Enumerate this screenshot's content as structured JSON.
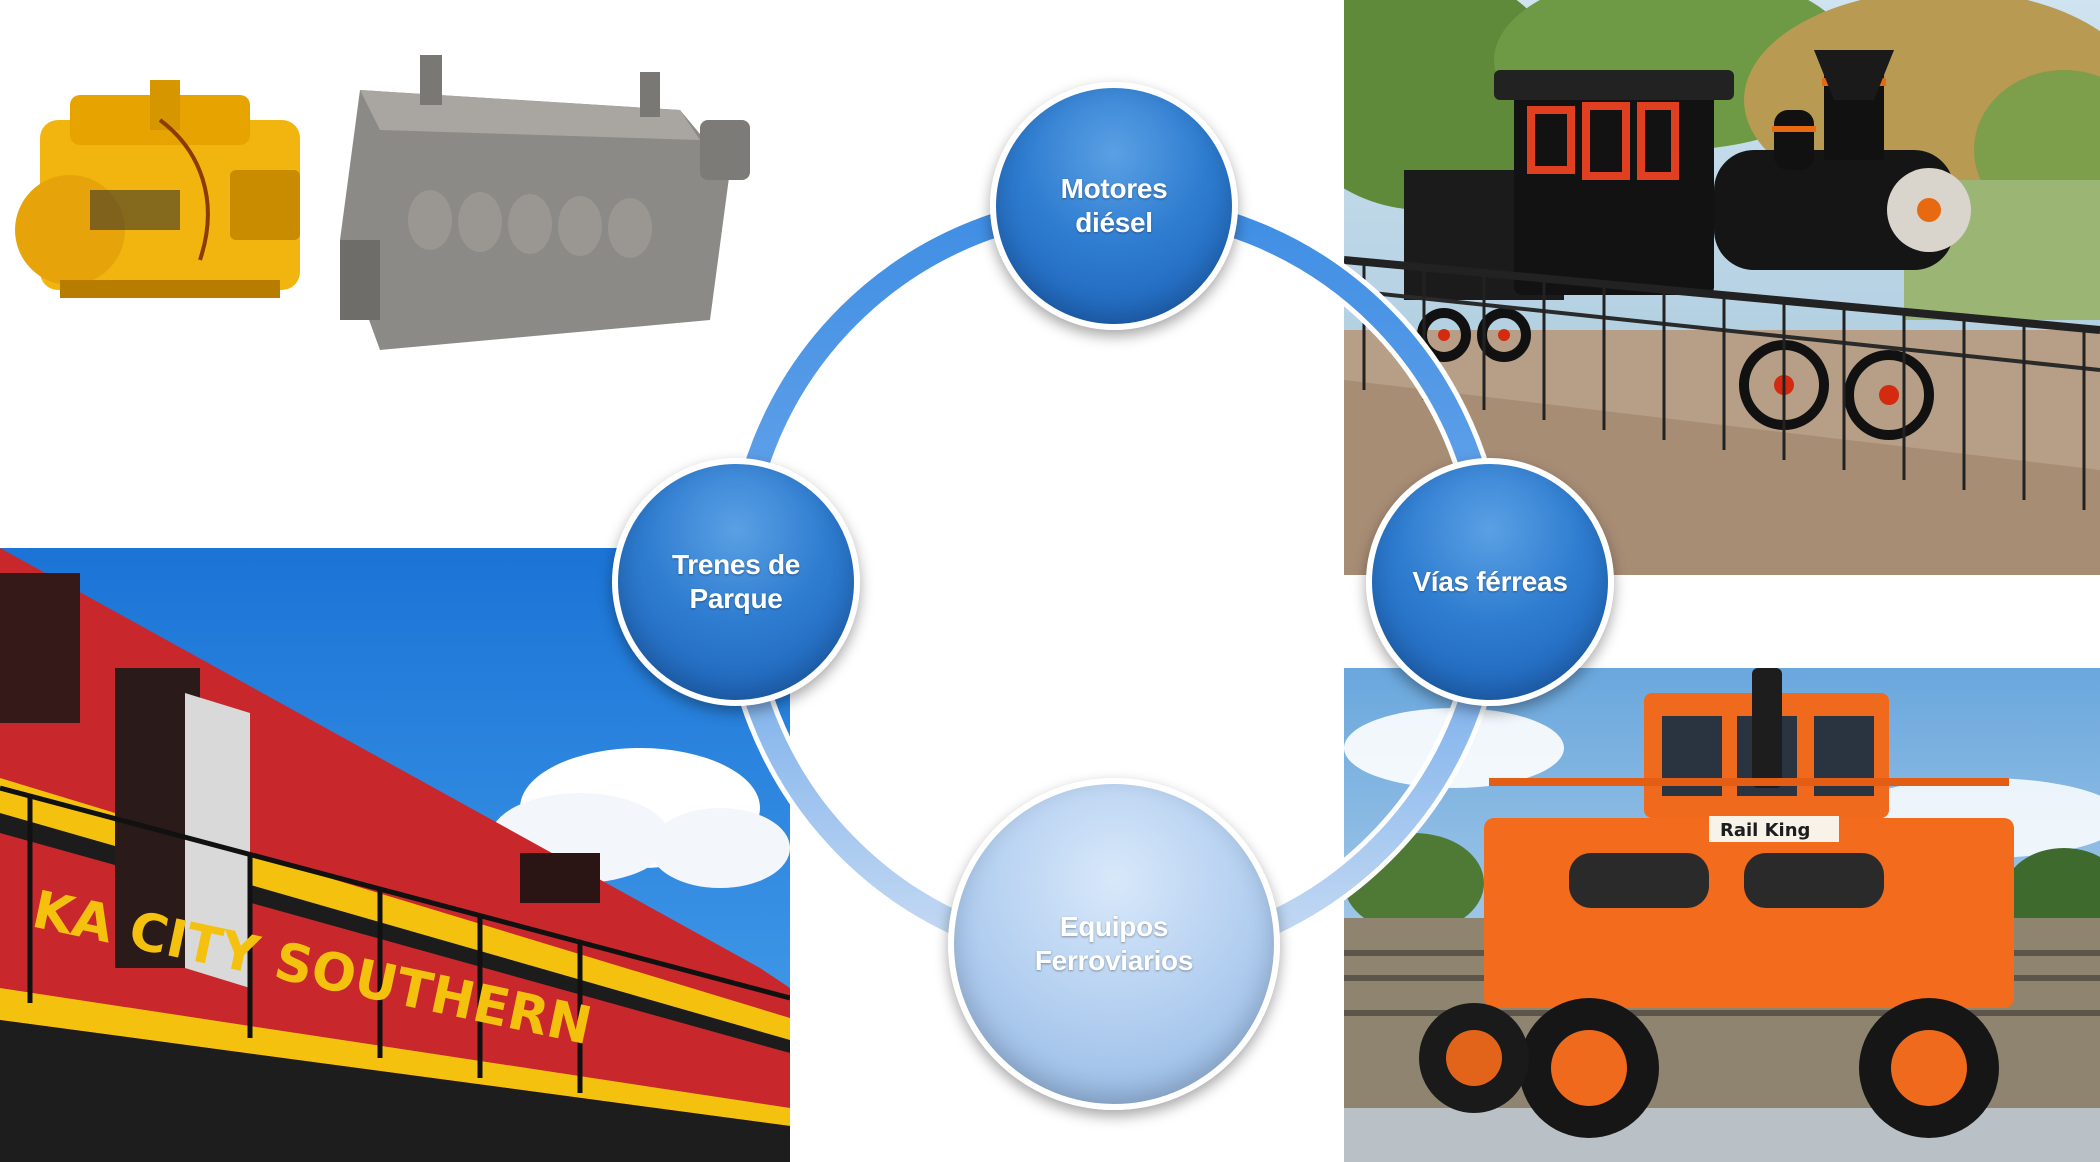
{
  "diagram": {
    "nodes": [
      {
        "id": "motores",
        "label": "Motores\ndiésel"
      },
      {
        "id": "vias",
        "label": "Vías férreas"
      },
      {
        "id": "equipos",
        "label": "Equipos\nFerroviarios"
      },
      {
        "id": "trenes",
        "label": "Trenes de\nParque"
      }
    ],
    "colors": {
      "node_dark": "#2e7cd0",
      "node_light": "#b3cff0",
      "ring": "#4a95e6"
    }
  },
  "photos": {
    "locomotive": {
      "livery_text": "KA   CITY SOUTHERN"
    },
    "railking": {
      "badge_text": "Rail King"
    }
  }
}
